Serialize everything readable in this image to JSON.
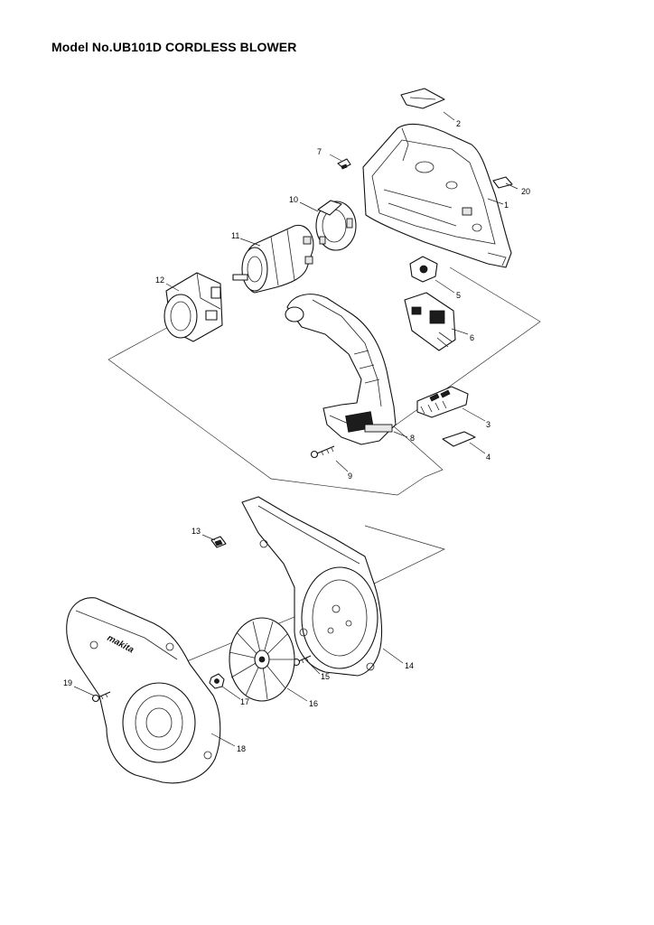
{
  "title": "Model No.UB101D CORDLESS BLOWER",
  "logo_text": "makita",
  "callouts": [
    "1",
    "2",
    "3",
    "4",
    "5",
    "6",
    "7",
    "8",
    "9",
    "10",
    "11",
    "12",
    "13",
    "14",
    "15",
    "16",
    "17",
    "18",
    "19",
    "20"
  ]
}
